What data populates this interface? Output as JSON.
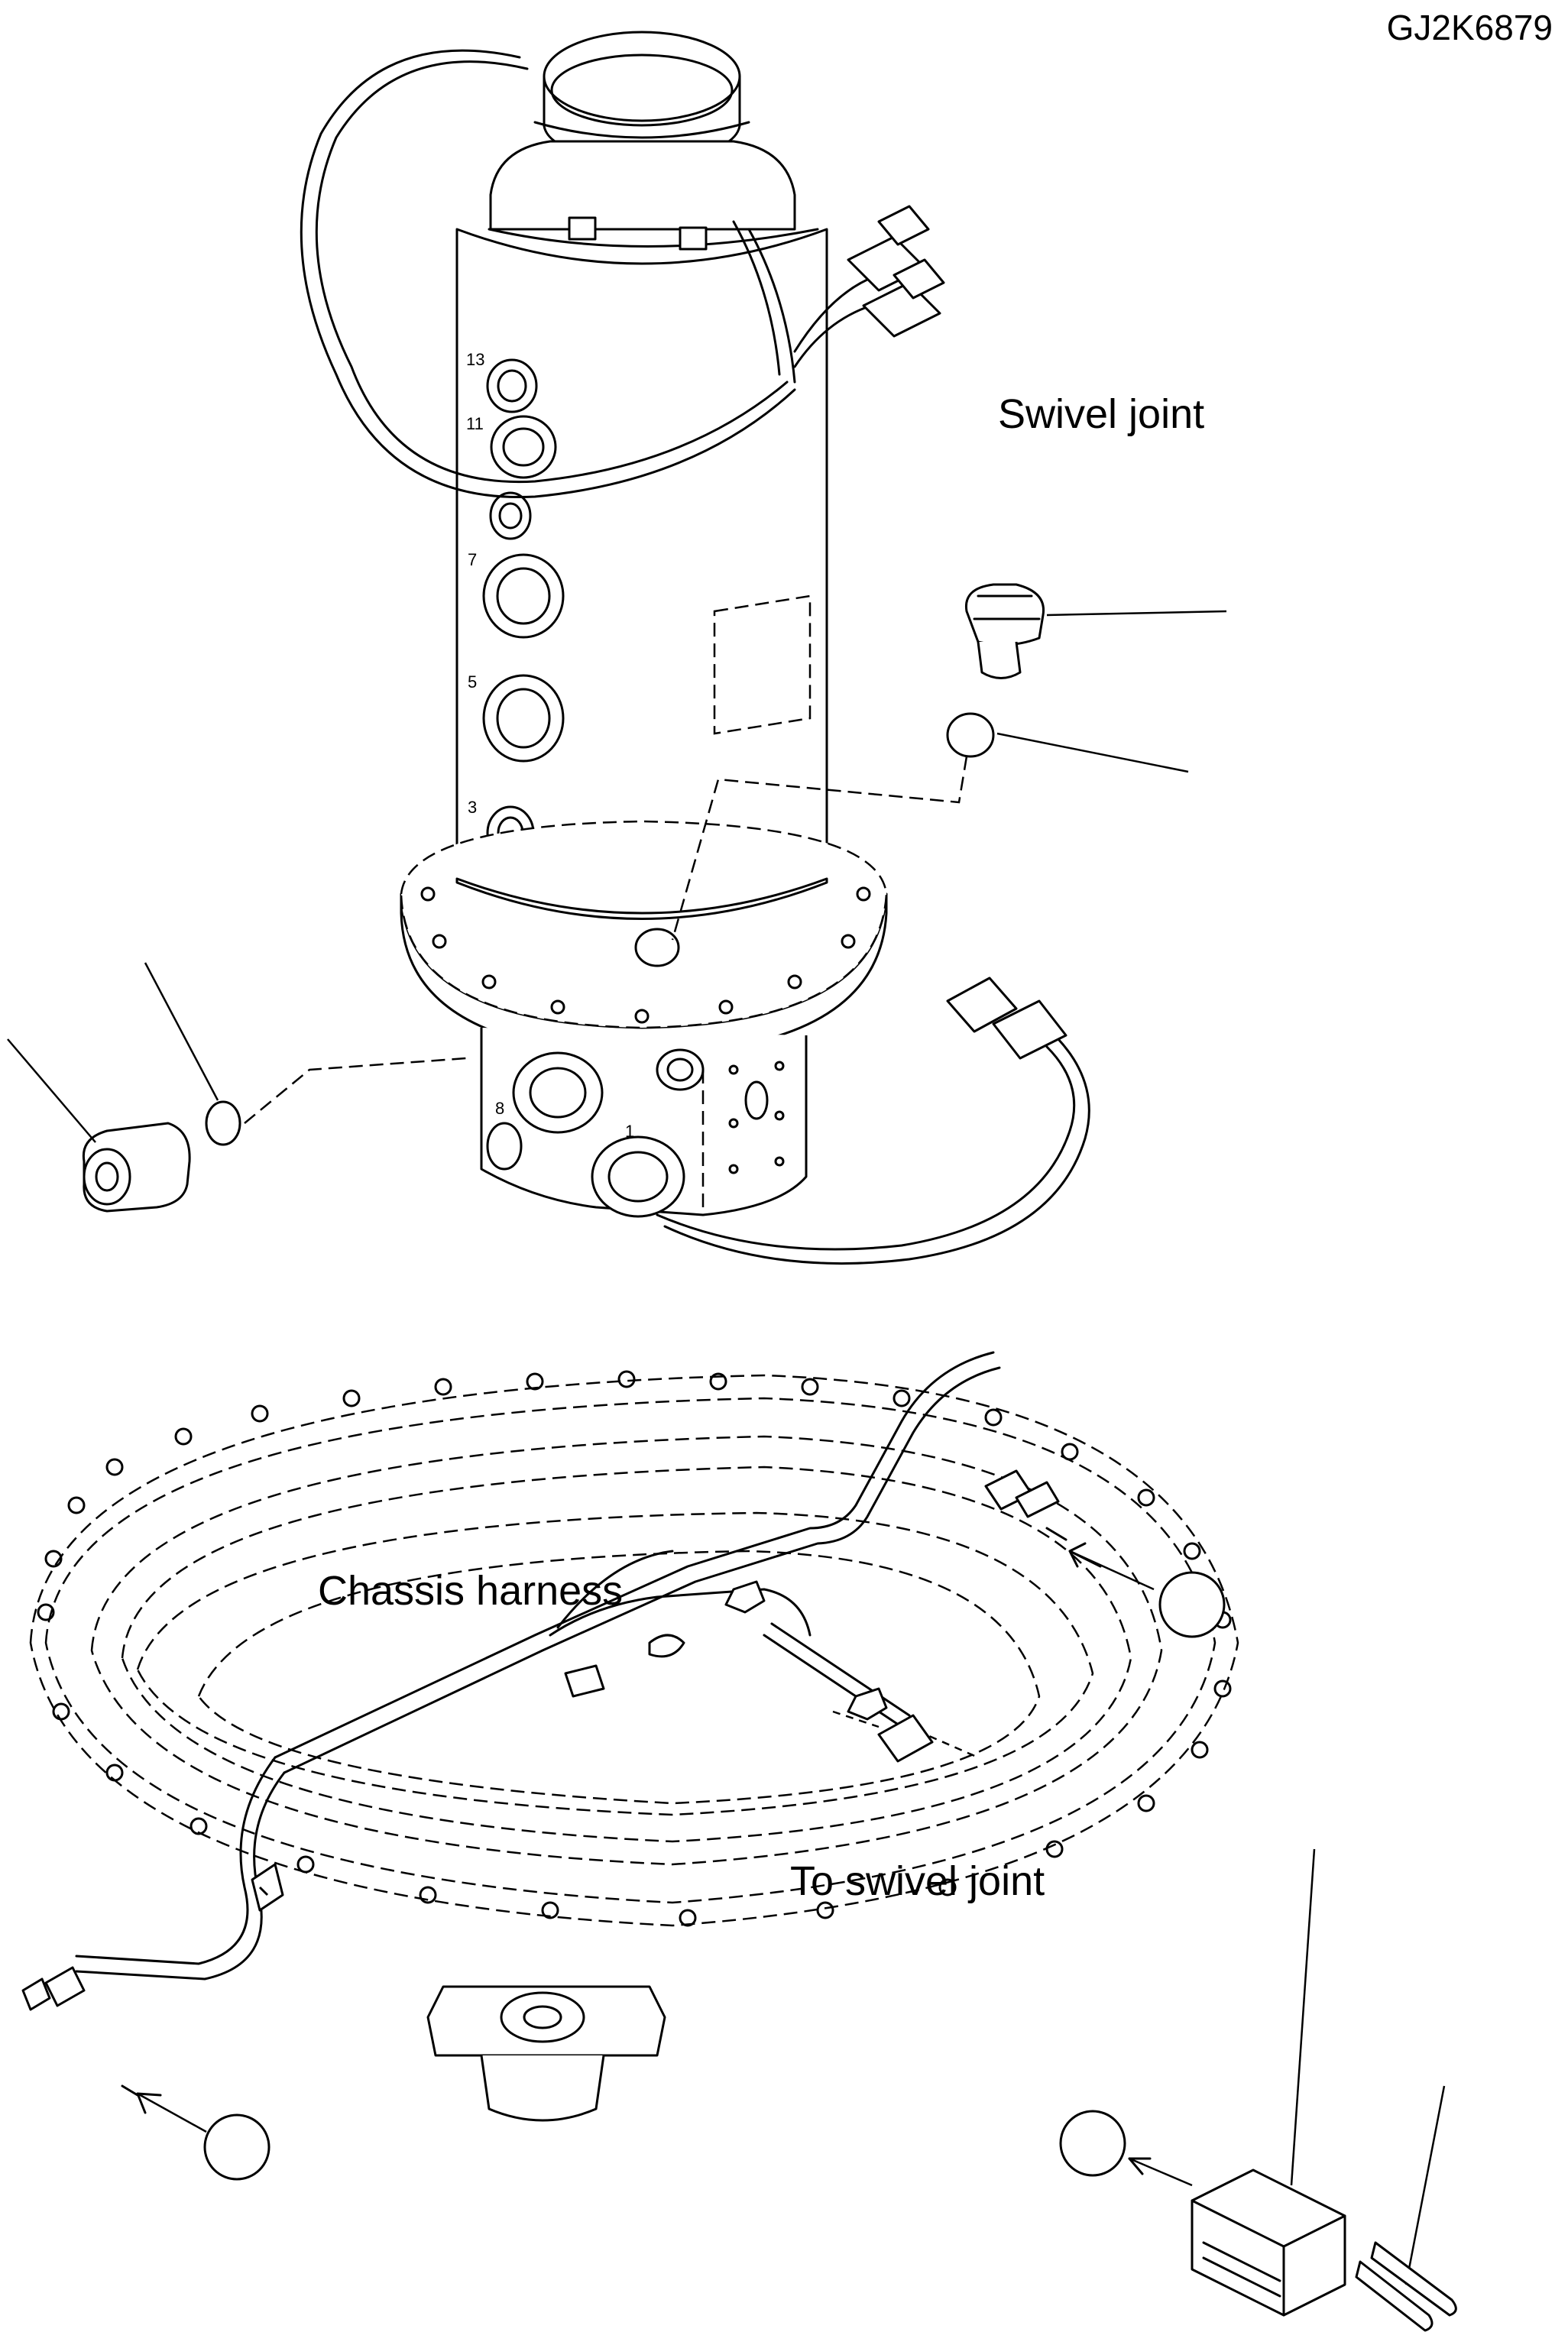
{
  "drawing_code": "GJ2K6879",
  "labels": {
    "swivel_joint": "Swivel joint",
    "chassis_harness": "Chassis harness",
    "to_swivel_joint": "To swivel joint"
  },
  "port_numbers": [
    "13",
    "11",
    "7",
    "5",
    "3",
    "1",
    "8",
    "1"
  ]
}
